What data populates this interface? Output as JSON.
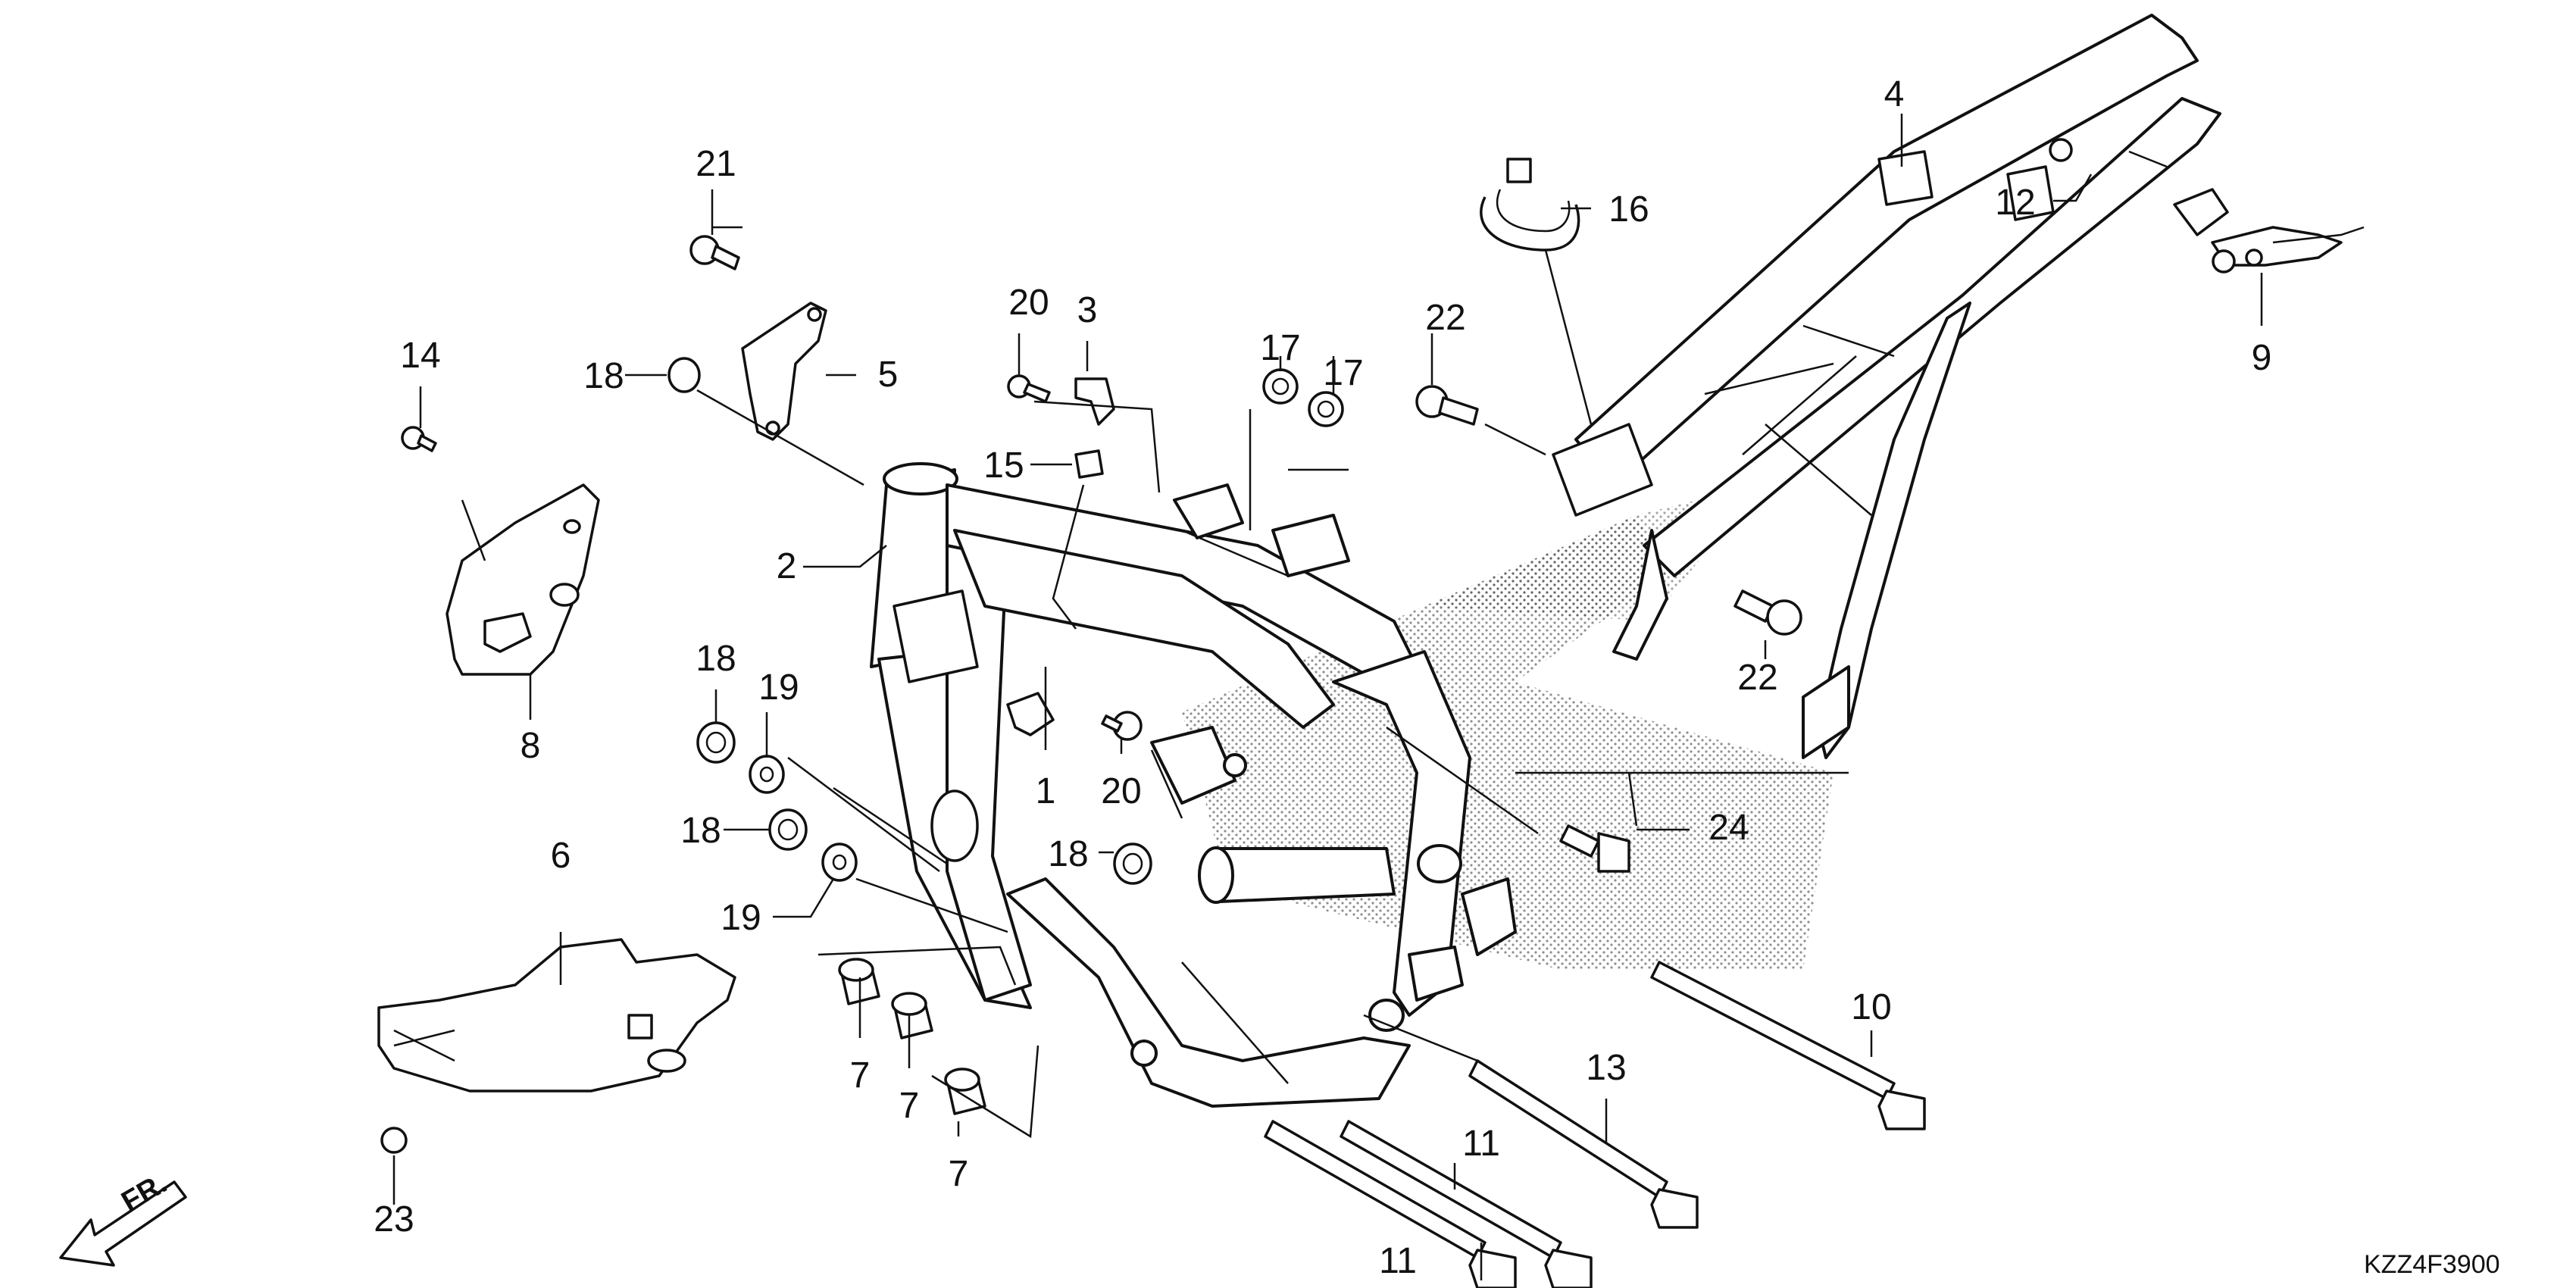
{
  "diagram": {
    "code": "KZZ4F3900",
    "front_marker": "FR.",
    "callouts": [
      {
        "id": "c1",
        "label": "1"
      },
      {
        "id": "c2",
        "label": "2"
      },
      {
        "id": "c3",
        "label": "3"
      },
      {
        "id": "c4",
        "label": "4"
      },
      {
        "id": "c5",
        "label": "5"
      },
      {
        "id": "c6",
        "label": "6"
      },
      {
        "id": "c7a",
        "label": "7"
      },
      {
        "id": "c7b",
        "label": "7"
      },
      {
        "id": "c7c",
        "label": "7"
      },
      {
        "id": "c8",
        "label": "8"
      },
      {
        "id": "c9",
        "label": "9"
      },
      {
        "id": "c10",
        "label": "10"
      },
      {
        "id": "c11a",
        "label": "11"
      },
      {
        "id": "c11b",
        "label": "11"
      },
      {
        "id": "c12",
        "label": "12"
      },
      {
        "id": "c13",
        "label": "13"
      },
      {
        "id": "c14",
        "label": "14"
      },
      {
        "id": "c15",
        "label": "15"
      },
      {
        "id": "c16",
        "label": "16"
      },
      {
        "id": "c17a",
        "label": "17"
      },
      {
        "id": "c17b",
        "label": "17"
      },
      {
        "id": "c18a",
        "label": "18"
      },
      {
        "id": "c18b",
        "label": "18"
      },
      {
        "id": "c18c",
        "label": "18"
      },
      {
        "id": "c18d",
        "label": "18"
      },
      {
        "id": "c19a",
        "label": "19"
      },
      {
        "id": "c19b",
        "label": "19"
      },
      {
        "id": "c20a",
        "label": "20"
      },
      {
        "id": "c20b",
        "label": "20"
      },
      {
        "id": "c21",
        "label": "21"
      },
      {
        "id": "c22a",
        "label": "22"
      },
      {
        "id": "c22b",
        "label": "22"
      },
      {
        "id": "c23",
        "label": "23"
      },
      {
        "id": "c24",
        "label": "24"
      }
    ]
  }
}
